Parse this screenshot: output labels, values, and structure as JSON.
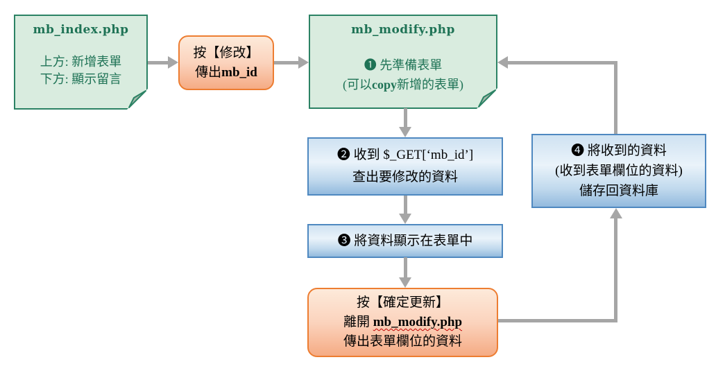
{
  "canvas": {
    "background": "#ffffff"
  },
  "colors": {
    "note_fill": "#d9ecdf",
    "note_border": "#2b8264",
    "note_text": "#1f7356",
    "blue_border": "#4e88c0",
    "blue_fill_top": "#cfe2f2",
    "blue_fill_bottom": "#93bade",
    "orange_border": "#ed7d31",
    "orange_fill_top": "#fdeada",
    "orange_fill_bottom": "#f5ab84",
    "arrow": "#a6a6a6",
    "spellcheck_underline": "#c00000",
    "body_text": "#000000"
  },
  "nodes": {
    "note_index": {
      "title": "mb_index.php",
      "line1": "上方: 新增表單",
      "line2": "下方: 顯示留言"
    },
    "btn_modify": {
      "line1": "按【修改】",
      "line2_prefix": "傳出",
      "line2_bold": "mb_id"
    },
    "note_modify": {
      "title": "mb_modify.php",
      "line1": "❶ 先準備表單",
      "line2_pre": "(可以",
      "line2_bold": "copy",
      "line2_post": "新增的表單)"
    },
    "step2": {
      "line1": "❷ 收到 $_GET[‘mb_id’]",
      "line2": "查出要修改的資料"
    },
    "step3": {
      "line1": "❸ 將資料顯示在表單中"
    },
    "btn_update": {
      "line1": "按【確定更新】",
      "line2_pre": "離開 ",
      "line2_bold": "mb_modify.php",
      "line3": "傳出表單欄位的資料"
    },
    "step4": {
      "line1": "❹ 將收到的資料",
      "line2": "(收到表單欄位的資料)",
      "line3": "儲存回資料庫"
    }
  }
}
